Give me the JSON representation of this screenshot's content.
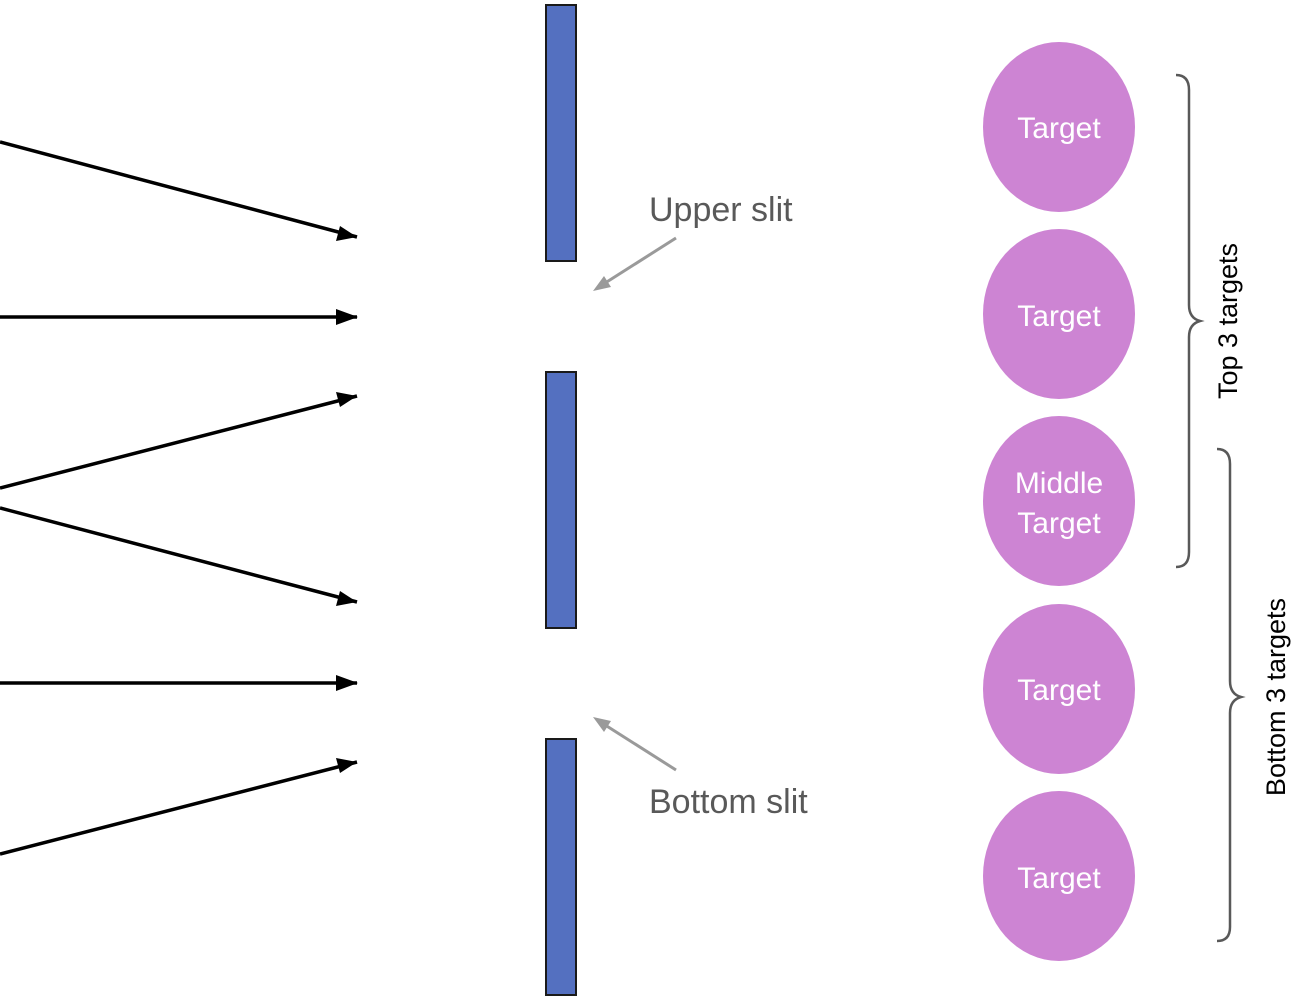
{
  "colors": {
    "barrier": "#5470c0",
    "barrier_stroke": "#1a1a1a",
    "target": "#cd84d3",
    "target_text": "#ffffff",
    "arrow": "#000000",
    "pointer": "#9a9a9a",
    "label_text": "#595959",
    "brace": "#595959"
  },
  "labels": {
    "upper_slit": "Upper slit",
    "bottom_slit": "Bottom slit",
    "top_targets": "Top 3 targets",
    "bottom_targets": "Bottom 3 targets"
  },
  "targets": [
    {
      "lines": [
        "Target"
      ]
    },
    {
      "lines": [
        "Target"
      ]
    },
    {
      "lines": [
        "Middle",
        "Target"
      ]
    },
    {
      "lines": [
        "Target"
      ]
    },
    {
      "lines": [
        "Target"
      ]
    }
  ],
  "icons": {
    "incoming_arrows": "arrow-right-icon",
    "slit_pointers": "pointer-arrow-icon",
    "braces": "curly-brace-icon"
  }
}
